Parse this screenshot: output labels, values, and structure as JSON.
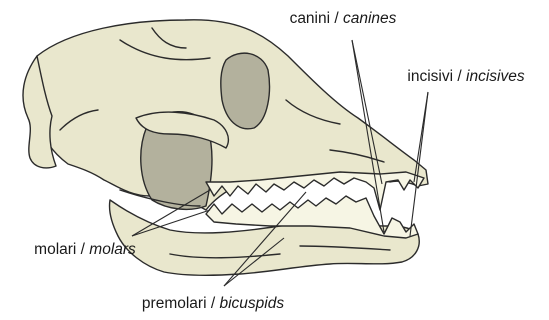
{
  "labels": {
    "canines": {
      "it": "canini",
      "en": "canines"
    },
    "incisives": {
      "it": "incisivi",
      "en": "incisives"
    },
    "molars": {
      "it": "molari",
      "en": "molars"
    },
    "bicuspids": {
      "it": "premolari",
      "en": "bicuspids"
    }
  },
  "separator": " / ",
  "colors": {
    "bone": "#e9e7cd",
    "shade": "#b3b19d",
    "outline": "#2b2b2b",
    "tooth": "#f6f5e4"
  }
}
